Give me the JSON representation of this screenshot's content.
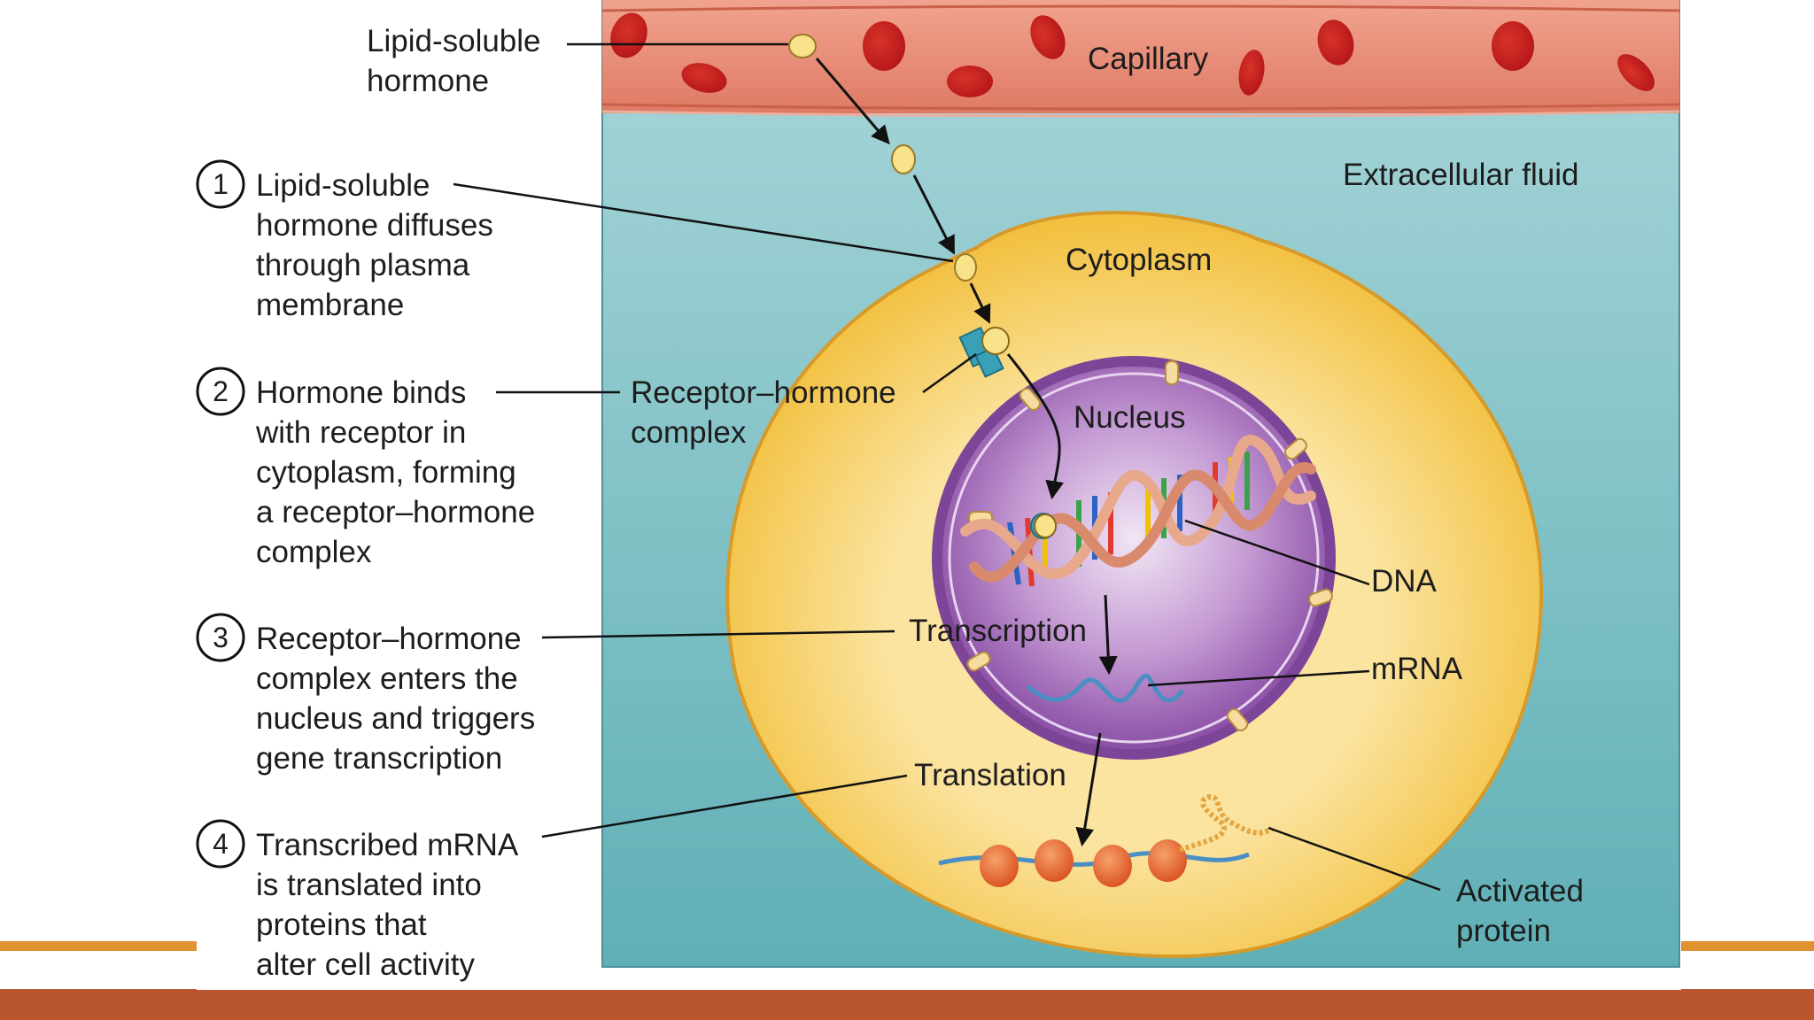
{
  "diagram": {
    "top_label": [
      "Lipid-soluble",
      "hormone"
    ],
    "regions": {
      "capillary": "Capillary",
      "extracellular": "Extracellular fluid",
      "cytoplasm": "Cytoplasm",
      "nucleus": "Nucleus"
    },
    "structure_labels": {
      "receptor_complex": [
        "Receptor–hormone",
        "complex"
      ],
      "dna": "DNA",
      "mrna": "mRNA",
      "transcription": "Transcription",
      "translation": "Translation",
      "activated_protein": [
        "Activated",
        "protein"
      ]
    },
    "steps": [
      {
        "number": "1",
        "lines": [
          "Lipid-soluble",
          "hormone diffuses",
          "through plasma",
          "membrane"
        ]
      },
      {
        "number": "2",
        "lines": [
          "Hormone binds",
          "with receptor in",
          "cytoplasm, forming",
          "a receptor–hormone",
          "complex"
        ]
      },
      {
        "number": "3",
        "lines": [
          "Receptor–hormone",
          "complex enters the",
          "nucleus and triggers",
          "gene transcription"
        ]
      },
      {
        "number": "4",
        "lines": [
          "Transcribed mRNA",
          "is translated into",
          "proteins that",
          "alter cell activity"
        ]
      }
    ],
    "colors": {
      "capillary": "#e58a74",
      "extracellular": "#6bb8bd",
      "cytoplasm": "#f4c64a",
      "nucleus": "#9a5fb4",
      "footer_bar": "#b9552f",
      "footer_stripe": "#e0922f"
    }
  }
}
